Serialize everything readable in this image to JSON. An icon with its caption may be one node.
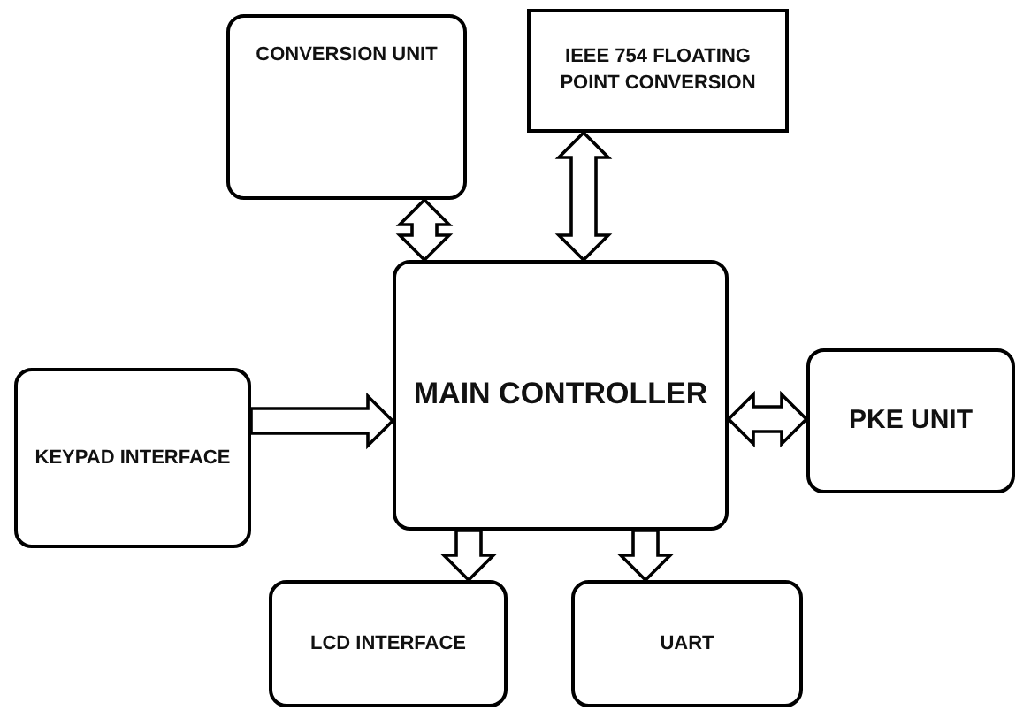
{
  "diagram": {
    "nodes": [
      {
        "text": [
          "CONVERSION UNIT"
        ]
      },
      {
        "text": [
          "IEEE 754 FLOATING POINT CONVERSION"
        ]
      },
      {
        "text": [
          "MAIN CONTROLLER"
        ]
      },
      {
        "text": [
          "KEYPAD INTERFACE"
        ]
      },
      {
        "text": [
          "PKE UNIT"
        ]
      },
      {
        "text": [
          "LCD INTERFACE"
        ]
      },
      {
        "text": [
          "UART"
        ]
      }
    ],
    "edges": [
      {
        "from": 0,
        "to": 2,
        "arrow": "both"
      },
      {
        "from": 1,
        "to": 2,
        "arrow": "both"
      },
      {
        "from": 3,
        "to": 2,
        "arrow": "to"
      },
      {
        "from": 2,
        "to": 4,
        "arrow": "both"
      },
      {
        "from": 2,
        "to": 5,
        "arrow": "to"
      },
      {
        "from": 2,
        "to": 6,
        "arrow": "to"
      }
    ]
  }
}
